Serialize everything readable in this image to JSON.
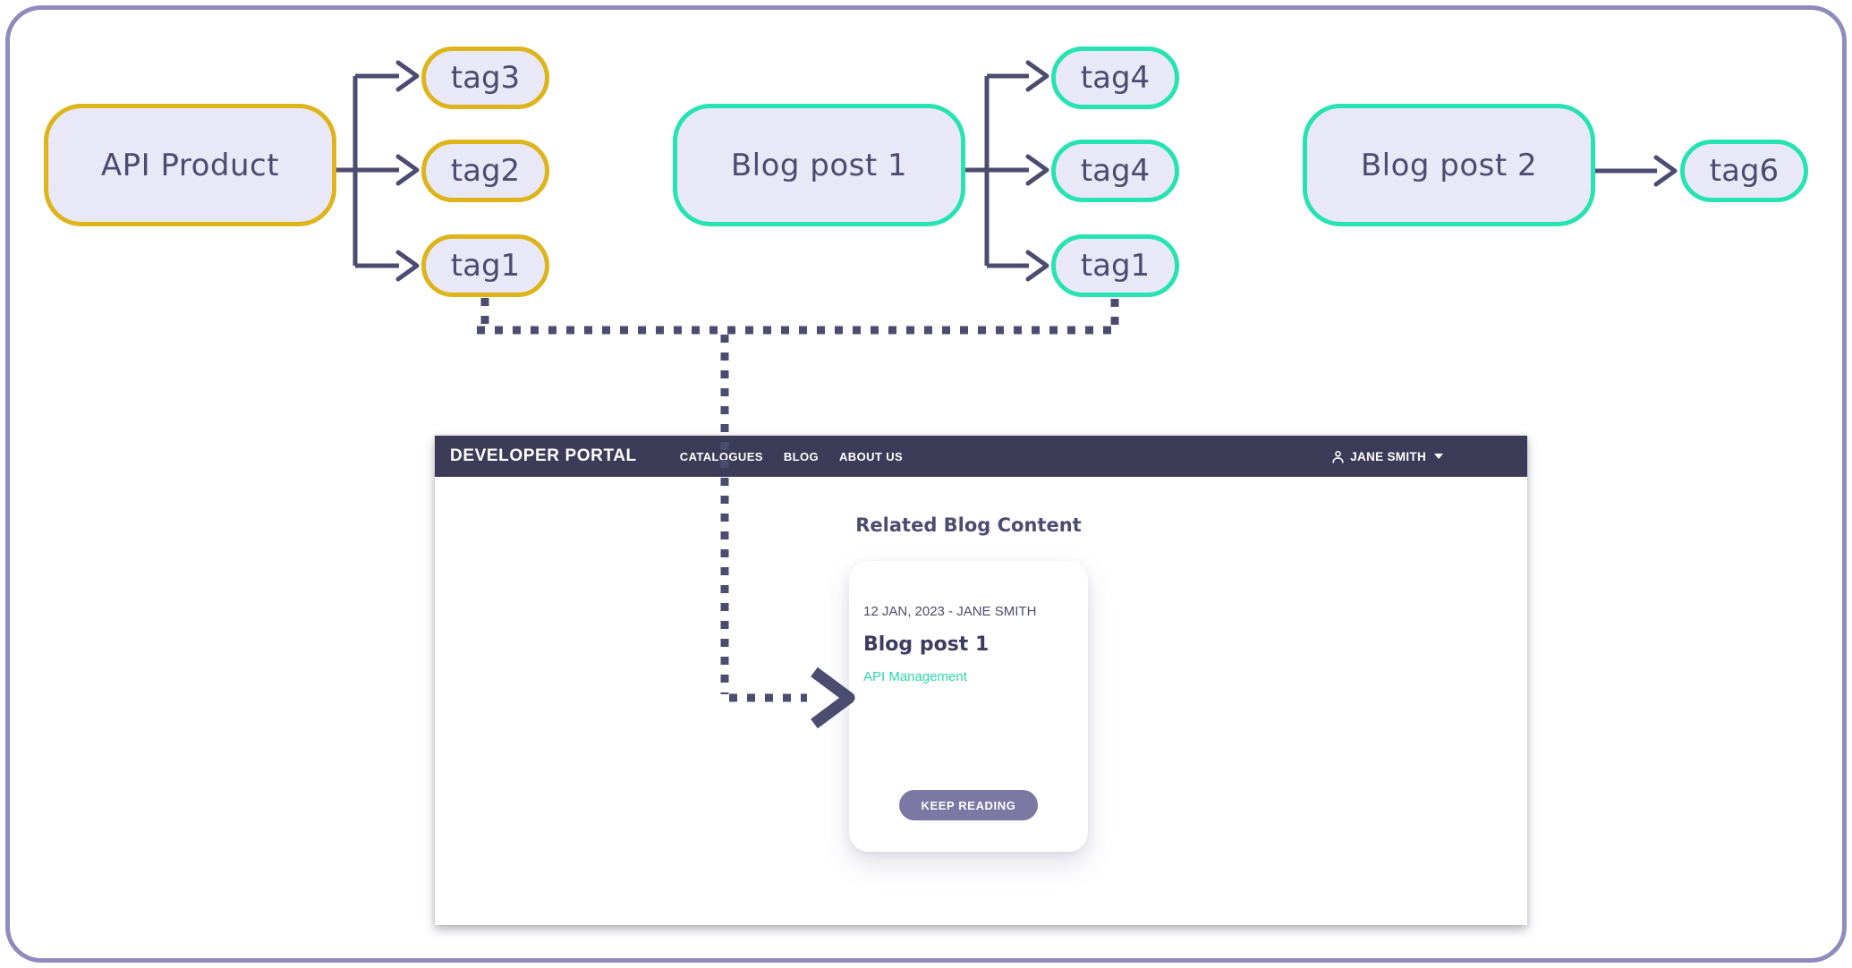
{
  "diagram": {
    "api_product": {
      "label": "API Product",
      "tags": [
        "tag3",
        "tag2",
        "tag1"
      ]
    },
    "blog_post_1": {
      "label": "Blog post 1",
      "tags": [
        "tag4",
        "tag4",
        "tag1"
      ]
    },
    "blog_post_2": {
      "label": "Blog post 2",
      "tags": [
        "tag6"
      ]
    }
  },
  "portal": {
    "brand": "DEVELOPER PORTAL",
    "nav_items": [
      "CATALOGUES",
      "BLOG",
      "ABOUT US"
    ],
    "user": {
      "name": "JANE SMITH",
      "icon": "person-icon",
      "caret_icon": "caret-down-icon"
    },
    "heading": "Related Blog Content",
    "card": {
      "meta": "12 JAN, 2023 - JANE SMITH",
      "title": "Blog post 1",
      "category": "API Management",
      "button_label": "KEEP READING"
    }
  },
  "colors": {
    "frame_border": "#8f8bbd",
    "diagram_line": "#4c4b70",
    "product_border": "#ddb41a",
    "blog_border": "#26e3b1",
    "node_fill": "#e9e8f6",
    "navbar_bg": "#3d3c58",
    "category_link": "#2bd8ab",
    "button_bg": "#7b78a3"
  }
}
